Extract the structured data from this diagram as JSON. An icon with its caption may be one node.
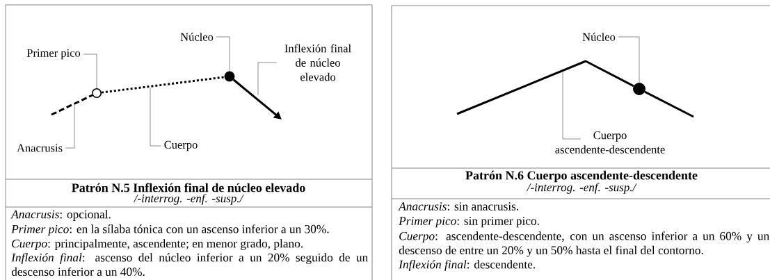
{
  "diagram": {
    "nodes": [
      {
        "text": [
          "Primer pico"
        ]
      },
      {
        "text": [],
        "shape": "circle"
      },
      {
        "text": [
          "Núcleo"
        ]
      },
      {
        "text": [],
        "shape": "circle"
      },
      {
        "text": [
          "Inflexión final de núcleo elevado"
        ]
      },
      {
        "text": [
          "Anacrusis"
        ]
      },
      {
        "text": [
          "Cuerpo"
        ]
      },
      {
        "text": [
          "Núcleo"
        ]
      },
      {
        "text": [],
        "shape": "circle"
      },
      {
        "text": [
          "Cuerpo ascendente-descendente"
        ]
      }
    ],
    "edges": [
      {
        "from": null,
        "to": 1,
        "arrow": "none",
        "style": "dashed"
      },
      {
        "from": 1,
        "to": 3,
        "arrow": "none",
        "style": "dashed"
      },
      {
        "from": 3,
        "to": null,
        "arrow": "to",
        "style": "thick"
      },
      {
        "from": 0,
        "to": 1,
        "arrow": "none"
      },
      {
        "from": 2,
        "to": 3,
        "arrow": "none"
      },
      {
        "from": 4,
        "to": null,
        "arrow": "none"
      },
      {
        "from": 5,
        "to": null,
        "arrow": "none"
      },
      {
        "from": 6,
        "to": null,
        "arrow": "none"
      },
      {
        "from": null,
        "to": 8,
        "arrow": "none",
        "style": "thick"
      },
      {
        "from": 8,
        "to": null,
        "arrow": "none",
        "style": "thick"
      },
      {
        "from": 7,
        "to": 8,
        "arrow": "none"
      },
      {
        "from": 9,
        "to": null,
        "arrow": "none"
      }
    ],
    "labels": [
      "Patrón N.5 Inflexión final de núcleo elevado",
      "/-interrog. -enf. -susp./",
      "*Anacrusis*: opcional.",
      "*Primer pico*: en la sílaba tónica con un ascenso inferior a un 30%.",
      "*Cuerpo*: principalmente, ascendente; en menor grado, plano.",
      "*Inflexión final*: ascenso del núcleo inferior a un 20% seguido de un descenso inferior a un 40%.",
      "Patrón N.6 Cuerpo ascendente-descendente",
      "/-interrog. -enf. -susp./",
      "*Anacrusis*: sin anacrusis.",
      "*Primer pico*: sin primer pico.",
      "*Cuerpo*: ascendente-descendente, con un ascenso inferior a un 60% y un descenso de entre un 20% y un 50% hasta el final del contorno.",
      "*Inflexión final*: descendente."
    ]
  }
}
